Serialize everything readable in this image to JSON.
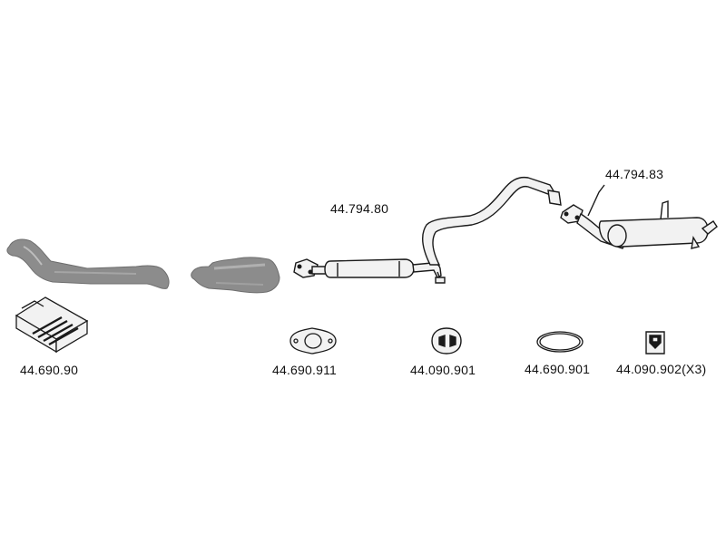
{
  "parts": {
    "front_pipe": {
      "label": ""
    },
    "catalyst": {
      "label": ""
    },
    "centre_silencer": {
      "label": "44.794.80"
    },
    "rear_silencer": {
      "label": "44.794.83"
    },
    "fitting_kit": {
      "label": "44.690.90"
    },
    "flange_gasket": {
      "label": "44.690.911"
    },
    "rubber_mount_a": {
      "label": "44.090.901"
    },
    "ring_seal": {
      "label": "44.690.901"
    },
    "rubber_mount_b": {
      "label": "44.090.902(X3)"
    }
  },
  "colors": {
    "line": "#1a1a1a",
    "grey_part": "#8c8c8c",
    "metal": "#f2f2f2"
  }
}
